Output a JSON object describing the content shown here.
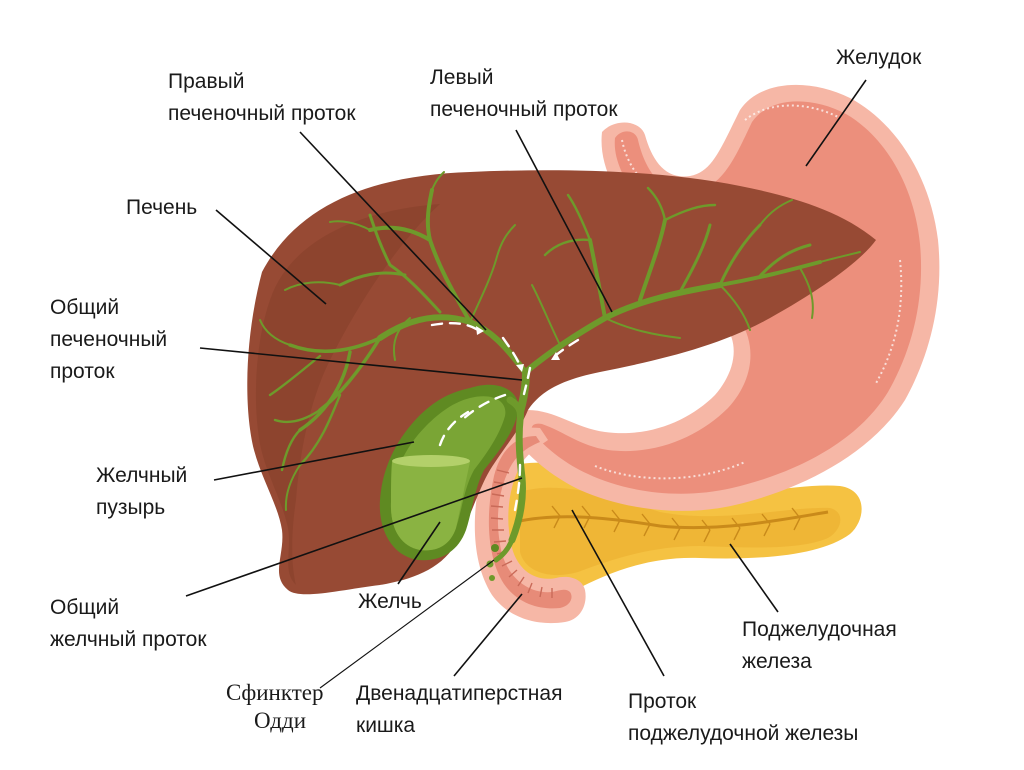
{
  "colors": {
    "liver": "#974a34",
    "liver_dark": "#7a3826",
    "stomach": "#ec8f7c",
    "stomach_rim": "#f6b7a6",
    "pancreas": "#f5c242",
    "pancreas_dark": "#e3a528",
    "gallbladder": "#8ab342",
    "gallbladder_dark": "#5f8a22",
    "bile_duct": "#6e9a2b",
    "duodenum": "#e78b78"
  },
  "labels": {
    "right_hepatic_duct": [
      "Правый",
      "печеночный проток"
    ],
    "left_hepatic_duct": [
      "Левый",
      "печеночный проток"
    ],
    "stomach": [
      "Желудок"
    ],
    "liver": [
      "Печень"
    ],
    "common_hepatic_duct": [
      "Общий",
      "печеночный",
      "проток"
    ],
    "gallbladder": [
      "Желчный",
      "пузырь"
    ],
    "bile": [
      "Желчь"
    ],
    "common_bile_duct": [
      "Общий",
      "желчный проток"
    ],
    "sphincter_of_oddi": [
      "Сфинктер",
      "Одди"
    ],
    "duodenum": [
      "Двенадцатиперстная",
      "кишка"
    ],
    "pancreas": [
      "Поджелудочная",
      "железа"
    ],
    "pancreatic_duct": [
      "Проток",
      "поджелудочной железы"
    ]
  }
}
